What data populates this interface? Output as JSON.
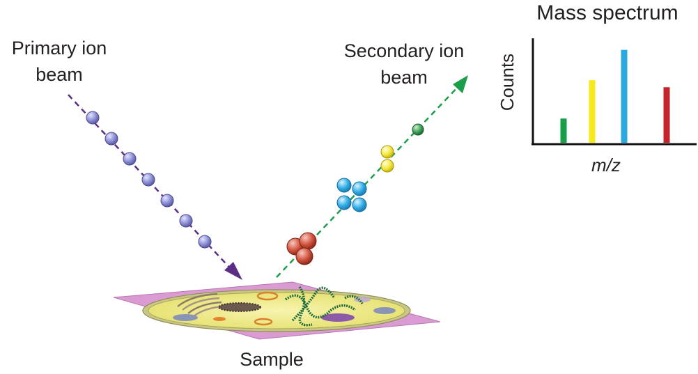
{
  "labels": {
    "primary_line1": "Primary ion",
    "primary_line2": "beam",
    "secondary_line1": "Secondary ion",
    "secondary_line2": "beam",
    "sample": "Sample"
  },
  "spectrum": {
    "title": "Mass spectrum",
    "ylabel": "Counts",
    "xlabel": "m/z"
  },
  "chart_data": {
    "type": "bar",
    "title": "Mass spectrum",
    "xlabel": "m/z",
    "ylabel": "Counts",
    "values": [
      24,
      62,
      92,
      55
    ],
    "colors": [
      "#1a9e49",
      "#f7ea1c",
      "#2ba8e0",
      "#c4242b"
    ],
    "ylim": [
      0,
      100
    ],
    "grid": false
  },
  "colors": {
    "primary_ion": "#8d8fd6",
    "primary_arrow": "#5b2d84",
    "secondary_arrow": "#1a9e49",
    "sample_plate": "#d99bd2",
    "cell_body": "#eeea84"
  }
}
